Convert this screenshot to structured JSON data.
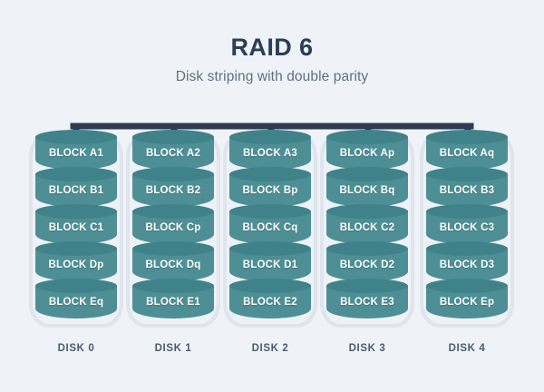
{
  "header": {
    "title": "RAID 6",
    "subtitle": "Disk striping with double parity"
  },
  "colors": {
    "background": "#eff3f7",
    "title": "#2c3e55",
    "subtitle": "#5f6f81",
    "bus": "#2d3b52",
    "cylinder_body": "#4e8f95",
    "cylinder_top": "#3f828a",
    "casing": "#dfe5ee",
    "casing_inner": "#eef2f7",
    "block_text": "#ffffff",
    "disk_label": "#4a5b72"
  },
  "diagram": {
    "bus_label": "raid-controller-bus",
    "disks": [
      {
        "name": "DISK 0",
        "blocks": [
          "BLOCK A1",
          "BLOCK B1",
          "BLOCK C1",
          "BLOCK Dp",
          "BLOCK Eq"
        ]
      },
      {
        "name": "DISK 1",
        "blocks": [
          "BLOCK A2",
          "BLOCK B2",
          "BLOCK Cp",
          "BLOCK Dq",
          "BLOCK E1"
        ]
      },
      {
        "name": "DISK 2",
        "blocks": [
          "BLOCK A3",
          "BLOCK Bp",
          "BLOCK Cq",
          "BLOCK D1",
          "BLOCK E2"
        ]
      },
      {
        "name": "DISK 3",
        "blocks": [
          "BLOCK Ap",
          "BLOCK Bq",
          "BLOCK C2",
          "BLOCK D2",
          "BLOCK E3"
        ]
      },
      {
        "name": "DISK 4",
        "blocks": [
          "BLOCK Aq",
          "BLOCK B3",
          "BLOCK C3",
          "BLOCK D3",
          "BLOCK Ep"
        ]
      }
    ]
  }
}
